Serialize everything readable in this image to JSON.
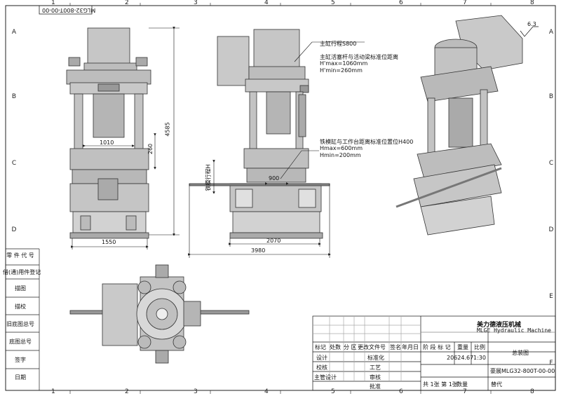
{
  "drawing_id_rotated": "МLG32-800T-00-00",
  "zone_letters": [
    "A",
    "B",
    "C",
    "D",
    "E",
    "F"
  ],
  "zone_numbers": [
    "1",
    "2",
    "3",
    "4",
    "5",
    "6",
    "7",
    "8"
  ],
  "roughness": "6.3",
  "dimensions": {
    "front_height": "4585",
    "front_top_width": "1010",
    "front_mid": "260",
    "front_base": "1550",
    "side_900": "900",
    "side_2070": "2070",
    "side_3980": "3980",
    "side_vertical": "铁模行程H"
  },
  "annotations": {
    "main_stroke": "主缸行程S800",
    "piston_title": "主缸活塞杆与活动梁标准位距离",
    "hmax1": "H'max=1060mm",
    "hmin1": "H'min=260mm",
    "mold_title": "铁模缸与工作台距离标准位置位H400",
    "hmax2": "Hmax=600mm",
    "hmin2": "Hmin=200mm"
  },
  "side_labels": [
    "零 件 代 号",
    "借(通)用件登记",
    "描图",
    "描校",
    "旧底图总号",
    "底图总号",
    "签字",
    "日期"
  ],
  "title_block": {
    "company": "美力德液压机械",
    "company_en": "MLGE Hydraulic Machine",
    "drawing_name": "总装图",
    "drawing_no": "豪展MLG32-800T-00-00",
    "weight": "20624.67",
    "scale": "1:30",
    "header_labels": [
      "标记",
      "处数",
      "分 区",
      "更改文件号",
      "签名",
      "年月日"
    ],
    "design": "设计",
    "standardize": "标准化",
    "check": "校核",
    "process": "工艺",
    "chief": "主管设计",
    "review": "审核",
    "approve": "批准",
    "stage_marks": "阶 段 标 记",
    "weight_label": "重量",
    "scale_label": "比例",
    "sheets": "共 1张 第 1张",
    "quantity_label": "数量",
    "replace_label": "替代"
  }
}
